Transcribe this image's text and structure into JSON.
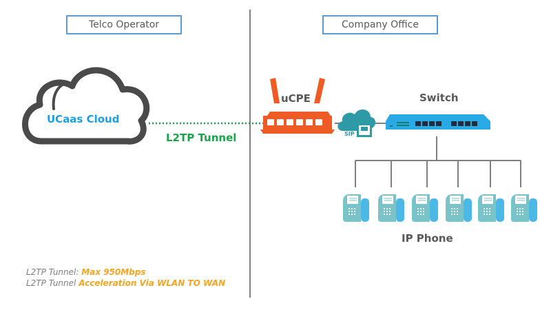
{
  "sections": {
    "left_title": "Telco Operator",
    "right_title": "Company Office"
  },
  "nodes": {
    "cloud": "UCaas Cloud",
    "ucpe": "uCPE",
    "switch": "Switch",
    "sip": "SIP",
    "phones_label": "IP Phone",
    "phone_count": 6
  },
  "links": {
    "tunnel": "L2TP Tunnel"
  },
  "notes": [
    {
      "key": "L2TP Tunnel:",
      "value": "Max 950Mbps"
    },
    {
      "key": "L2TP Tunnel",
      "value": "Acceleration Via WLAN TO WAN"
    }
  ],
  "colors": {
    "section_border": "#5b9bd5",
    "cloud_text": "#1ba1e2",
    "tunnel": "#1aa34a",
    "ucpe": "#ef5b25",
    "switch": "#29a9e6",
    "phone": "#79c3c9",
    "note_value": "#f5a623"
  }
}
